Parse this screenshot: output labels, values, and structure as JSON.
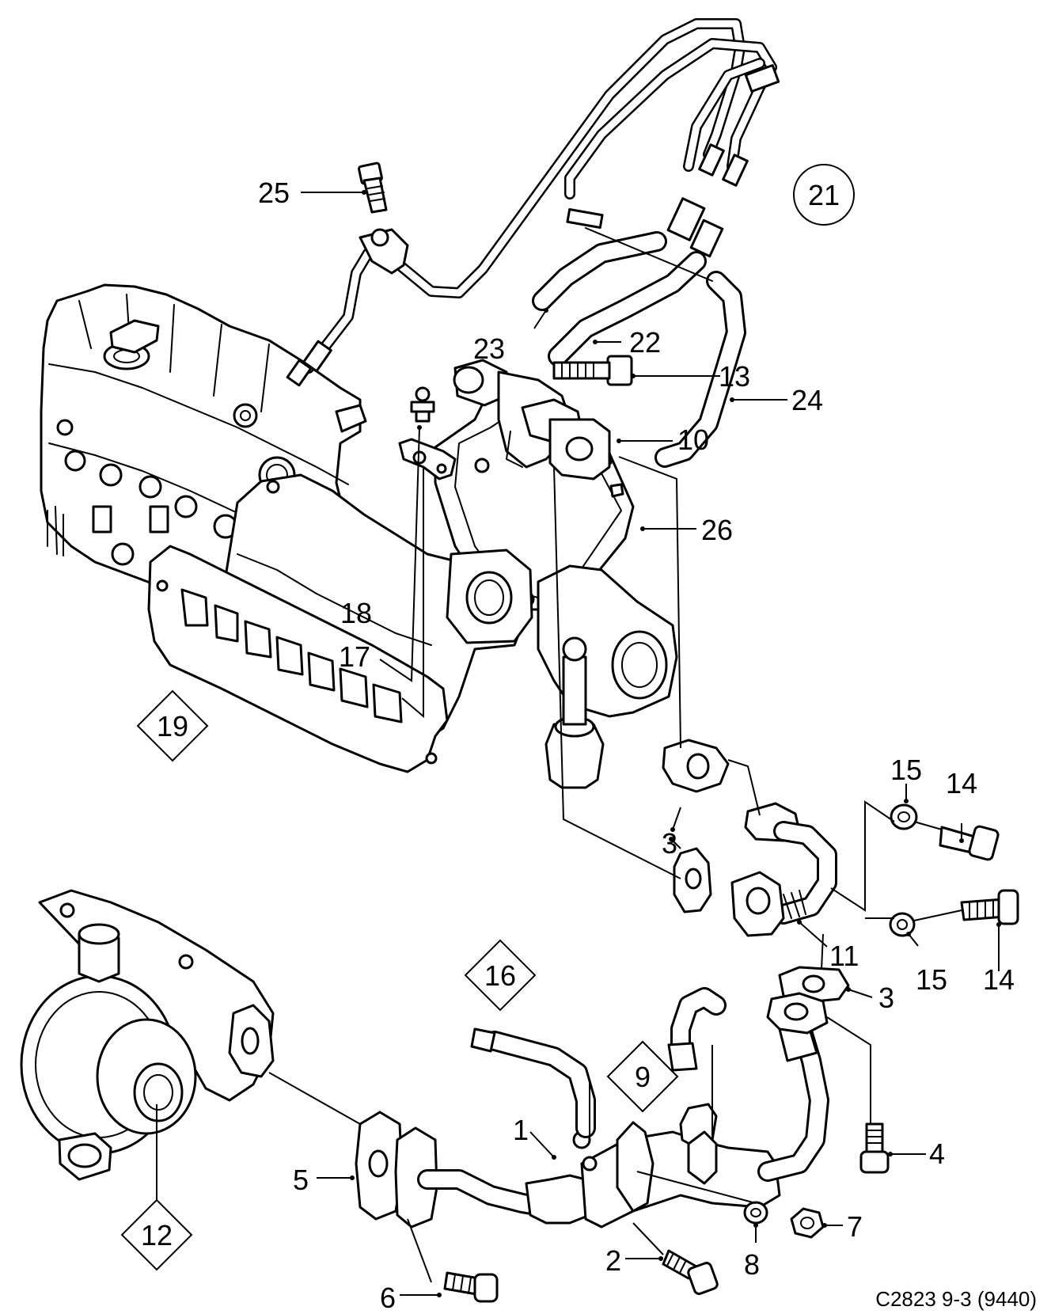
{
  "diagram": {
    "caption": "C2823 9-3 (9440)",
    "callouts": {
      "c1": "1",
      "c2": "2",
      "c3a": "3",
      "c3b": "3",
      "c4": "4",
      "c5": "5",
      "c6": "6",
      "c7": "7",
      "c8": "8",
      "c9": "9",
      "c10": "10",
      "c11": "11",
      "c12": "12",
      "c13": "13",
      "c14a": "14",
      "c14b": "14",
      "c15a": "15",
      "c15b": "15",
      "c16": "16",
      "c17": "17",
      "c18": "18",
      "c19": "19",
      "c21": "21",
      "c22": "22",
      "c23": "23",
      "c24": "24",
      "c25": "25",
      "c26": "26"
    }
  }
}
